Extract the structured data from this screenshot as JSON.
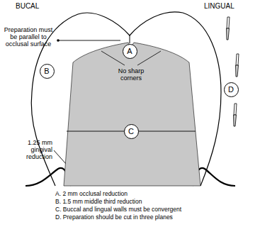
{
  "diagram": {
    "nodes": [
      {
        "text": [
          "A"
        ]
      },
      {
        "text": [
          "B"
        ]
      },
      {
        "text": [
          "No sharp corners"
        ]
      },
      {
        "text": [
          "C"
        ],
        "in": 2
      },
      {
        "text": [
          "D"
        ]
      }
    ],
    "labels": [
      "BUCAL",
      "LINGUAL",
      "Preparation must be parallel to occlusal surface",
      "1.25 mm gingival reduction",
      "A. 2 mm occlusal reduction",
      "B. 1.5 mm middle third reduction",
      "C. Buccal and lingual walls must be convergent",
      "D. Preparation should be cut in three planes"
    ]
  }
}
